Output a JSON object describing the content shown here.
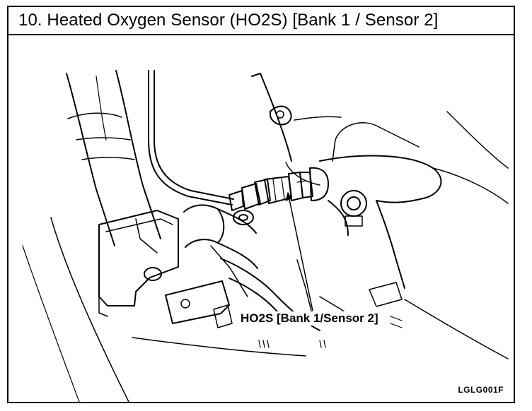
{
  "header": {
    "title": "10. Heated Oxygen Sensor (HO2S) [Bank 1 / Sensor 2]"
  },
  "figure": {
    "callout_label": "HO2S [Bank 1/Sensor 2]",
    "figure_code": "LGLG001F"
  }
}
